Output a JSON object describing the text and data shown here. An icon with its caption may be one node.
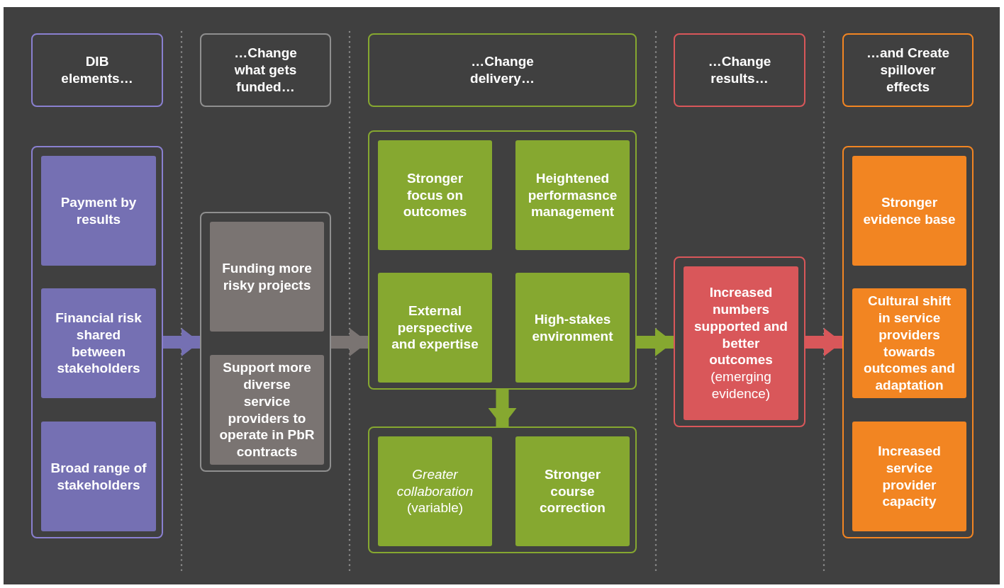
{
  "diagram": {
    "nodes": [
      {
        "text": [
          "DIB elements…"
        ]
      },
      {
        "text": [
          "…Change what gets funded…"
        ]
      },
      {
        "text": [
          "…Change delivery…"
        ]
      },
      {
        "text": [
          "…Change results…"
        ]
      },
      {
        "text": [
          "…and Create spillover effects"
        ]
      },
      {
        "text": [],
        "shape": "box"
      },
      {
        "text": [
          "Payment by results"
        ],
        "in": 5
      },
      {
        "text": [
          "Financial risk shared between stakeholders"
        ],
        "in": 5
      },
      {
        "text": [
          "Broad range of stakeholders"
        ],
        "in": 5
      },
      {
        "text": [],
        "shape": "box"
      },
      {
        "text": [
          "Funding more risky projects"
        ],
        "in": 9
      },
      {
        "text": [
          "Support more diverse service providers to operate in PbR contracts"
        ],
        "in": 9
      },
      {
        "text": [],
        "shape": "box"
      },
      {
        "text": [
          "Stronger focus on outcomes"
        ],
        "in": 12
      },
      {
        "text": [
          "Heightened performasnce management"
        ],
        "in": 12
      },
      {
        "text": [
          "External perspective and expertise"
        ],
        "in": 12
      },
      {
        "text": [
          "High-stakes environment"
        ],
        "in": 12
      },
      {
        "text": [],
        "shape": "box"
      },
      {
        "text": [
          "*Greater collaboration* (variable)"
        ],
        "in": 17
      },
      {
        "text": [
          "Stronger course correction"
        ],
        "in": 17
      },
      {
        "text": [],
        "shape": "box"
      },
      {
        "text": [
          "**Increased numbers supported and better outcomes** (emerging evidence)"
        ],
        "in": 20
      },
      {
        "text": [],
        "shape": "box"
      },
      {
        "text": [
          "Stronger evidence base"
        ],
        "in": 22
      },
      {
        "text": [
          "Cultural shift in service providers towards outcomes and adaptation"
        ],
        "in": 22
      },
      {
        "text": [
          "Increased service provider capacity"
        ],
        "in": 22
      }
    ],
    "edges": [
      {
        "from": 5,
        "to": 9,
        "arrow": "to",
        "color": "#7570b3"
      },
      {
        "from": 9,
        "to": 12,
        "arrow": "to",
        "color": "#7a7472"
      },
      {
        "from": 12,
        "to": 20,
        "arrow": "to",
        "color": "#86a830"
      },
      {
        "from": 20,
        "to": 22,
        "arrow": "to",
        "color": "#d9575a"
      },
      {
        "from": 12,
        "to": 17,
        "arrow": "to",
        "color": "#86a830"
      }
    ]
  }
}
